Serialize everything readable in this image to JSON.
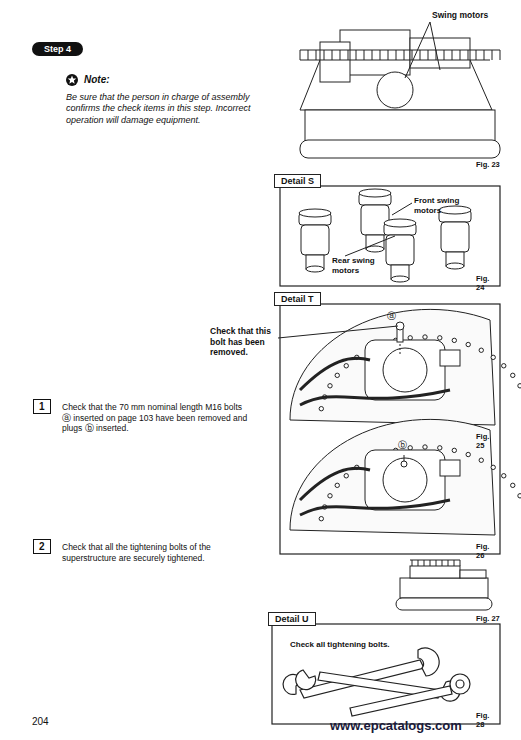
{
  "diagram": {
    "nodes": [
      {
        "text": [
          "Step 4"
        ]
      },
      {
        "text": [
          "Detail S"
        ]
      },
      {
        "text": [
          "Detail T"
        ]
      },
      {
        "text": [
          "1"
        ]
      },
      {
        "text": [
          "2"
        ]
      },
      {
        "text": [
          "Detail U"
        ]
      }
    ],
    "labels": [
      "Note:",
      "Be sure that the person in charge of assembly confirms the check items in this step. Incorrect operation will damage equipment.",
      "Swing motors",
      "Fig. 23",
      "Front swing motors",
      "Rear swing motors",
      "Fig. 24",
      "ⓐ",
      "Check that this bolt has been removed.",
      "Check that the 70 mm nominal length M16 bolts ⓐ inserted on page 103 have been removed and plugs ⓑ inserted.",
      "Fig. 25",
      "ⓑ",
      "Fig. 26",
      "Check that all the tightening bolts of the superstructure are securely tightened.",
      "Fig. 27",
      "Check all tightening bolts.",
      "Fig. 28",
      "204",
      "www.epcatalogs.com"
    ]
  }
}
